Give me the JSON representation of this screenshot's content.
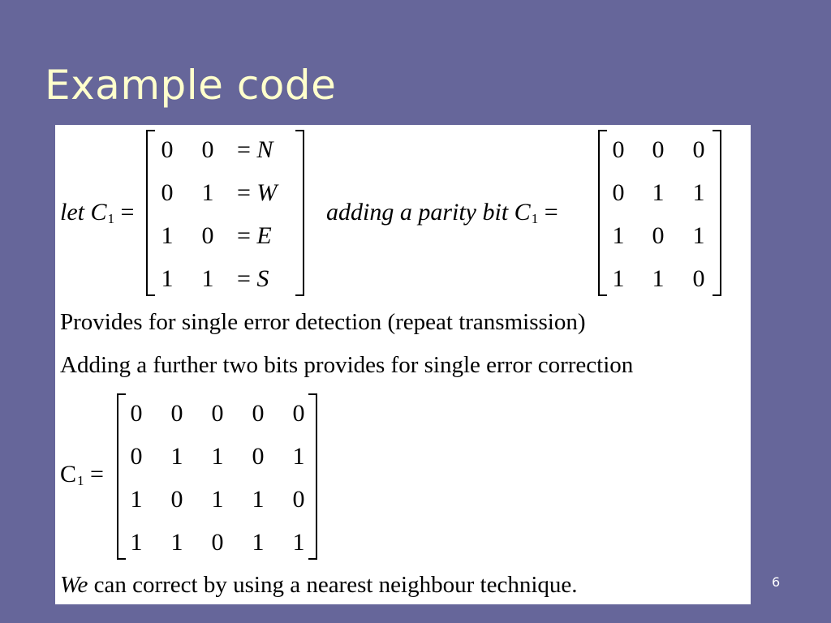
{
  "slide": {
    "title": "Example code",
    "page_number": "6"
  },
  "content": {
    "m1_label_prefix": "let",
    "m1_label_var": "C",
    "m1_label_sub": "1",
    "m1_label_eq": "=",
    "m1": {
      "rows": [
        [
          "0",
          "0",
          "= N"
        ],
        [
          "0",
          "1",
          "= W"
        ],
        [
          "1",
          "0",
          "= E"
        ],
        [
          "1",
          "1",
          "= S"
        ]
      ]
    },
    "m2_label_prefix": "adding a parity bit",
    "m2_label_var": "C",
    "m2_label_sub": "1",
    "m2_label_eq": "=",
    "m2": {
      "rows": [
        [
          "0",
          "0",
          "0"
        ],
        [
          "0",
          "1",
          "1"
        ],
        [
          "1",
          "0",
          "1"
        ],
        [
          "1",
          "1",
          "0"
        ]
      ]
    },
    "line1": "Provides for single error detection (repeat transmission)",
    "line2": "Adding a further two bits provides for single error correction",
    "m3_label_var": "C",
    "m3_label_sub": "1",
    "m3_label_eq": "=",
    "m3": {
      "rows": [
        [
          "0",
          "0",
          "0",
          "0",
          "0"
        ],
        [
          "0",
          "1",
          "1",
          "0",
          "1"
        ],
        [
          "1",
          "0",
          "1",
          "1",
          "0"
        ],
        [
          "1",
          "1",
          "0",
          "1",
          "1"
        ]
      ]
    },
    "last_line_italic": "We",
    "last_line_rest": "can correct by using a nearest neighbour technique."
  }
}
